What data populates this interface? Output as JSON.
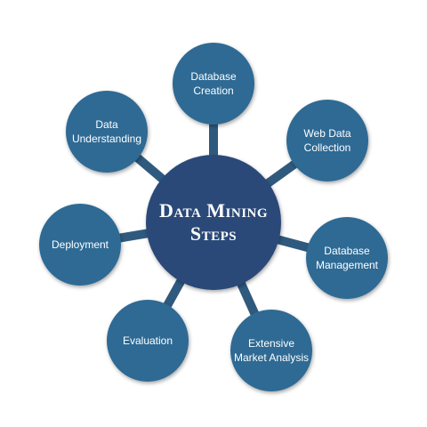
{
  "center": {
    "title": "Data Mining\nSteps"
  },
  "steps": [
    {
      "label": "Database\nCreation"
    },
    {
      "label": "Web Data\nCollection"
    },
    {
      "label": "Database\nManagement"
    },
    {
      "label": "Extensive\nMarket Analysis"
    },
    {
      "label": "Evaluation"
    },
    {
      "label": "Deployment"
    },
    {
      "label": "Data\nUnderstanding"
    }
  ],
  "colors": {
    "hub": "#2c4a78",
    "node": "#2f6a94",
    "connector": "#2f5a7e"
  }
}
